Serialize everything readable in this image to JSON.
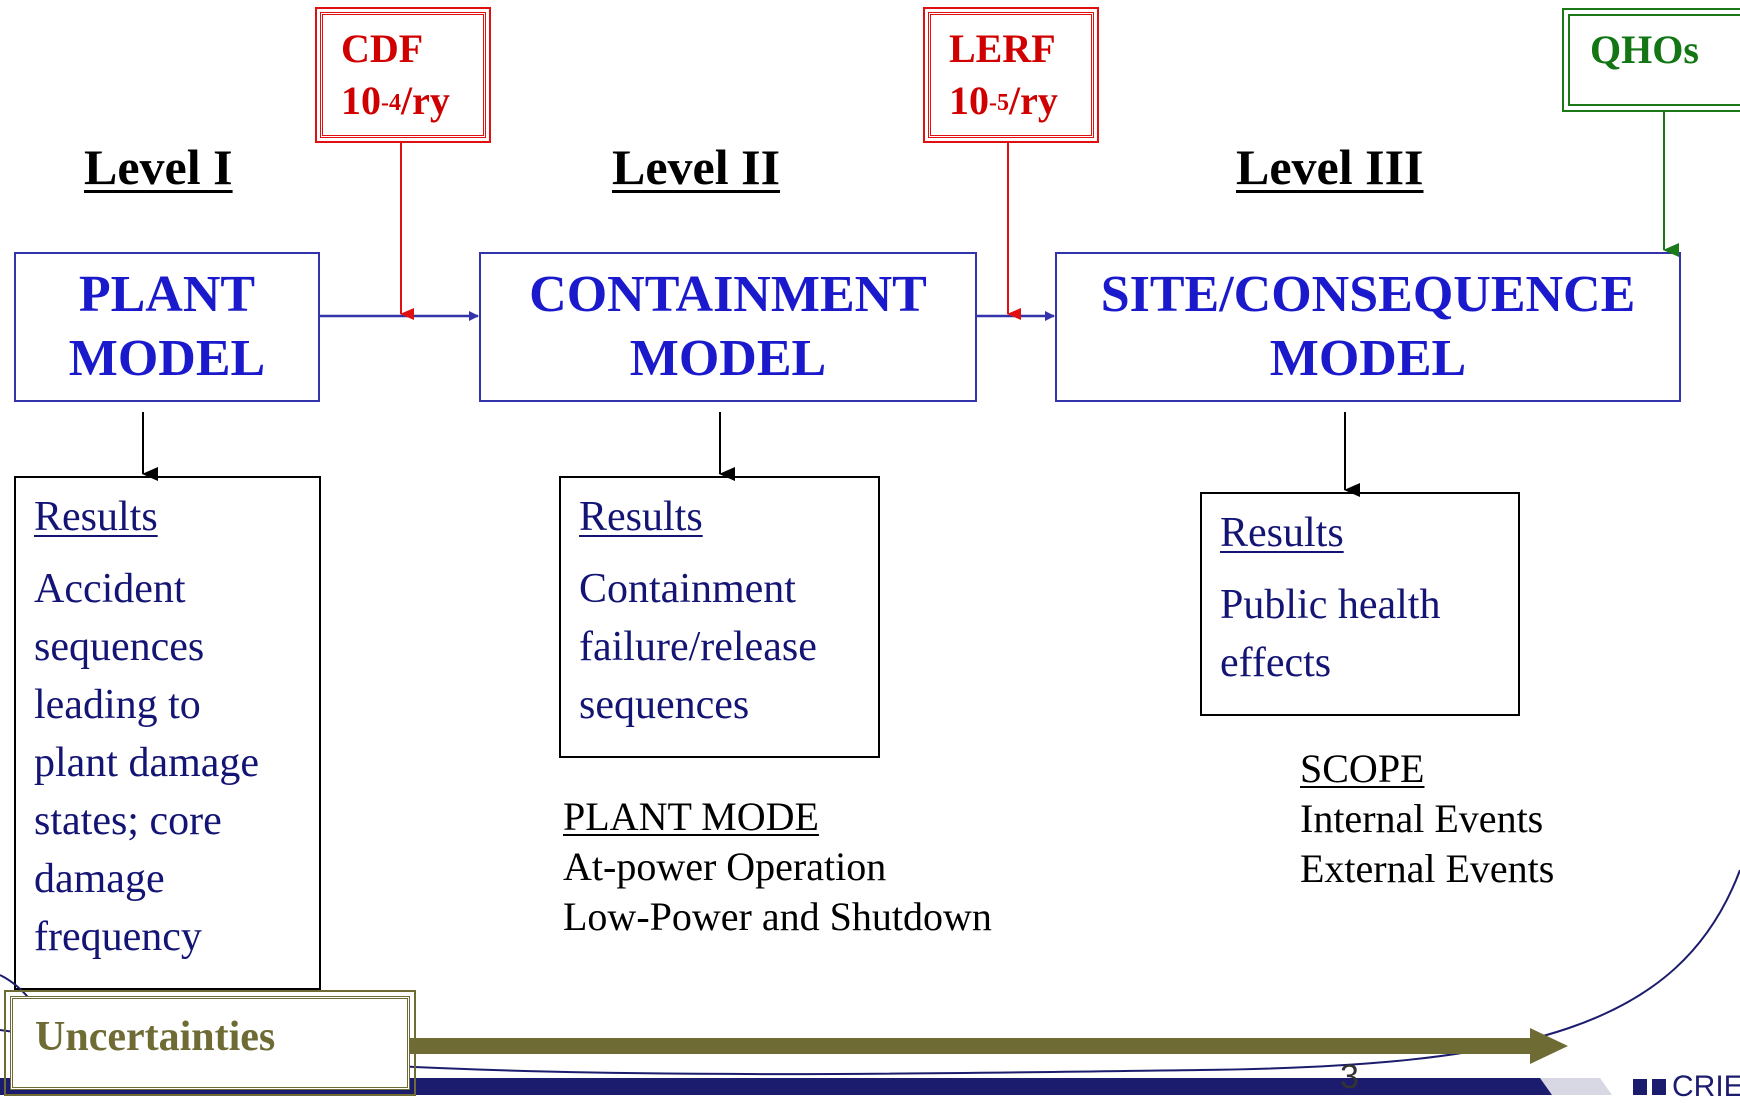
{
  "levels": {
    "level1": "Level I",
    "level2": "Level II",
    "level3": "Level III"
  },
  "models": {
    "plant": {
      "line1": "PLANT",
      "line2": "MODEL"
    },
    "containment": {
      "line1": "CONTAINMENT",
      "line2": "MODEL"
    },
    "site": {
      "line1": "SITE/CONSEQUENCE",
      "line2": "MODEL"
    }
  },
  "targets": {
    "cdf": {
      "name": "CDF",
      "base": "10",
      "exp": "-4",
      "unit": "/ry"
    },
    "lerf": {
      "name": "LERF",
      "base": "10",
      "exp": "-5",
      "unit": "/ry"
    },
    "qhos": "QHOs"
  },
  "results": {
    "plant": {
      "heading": "Results",
      "lines": [
        "Accident",
        "sequences",
        "leading to",
        "plant damage",
        "states; core",
        "damage",
        "frequency"
      ]
    },
    "containment": {
      "heading": "Results",
      "lines": [
        "Containment",
        "failure/release",
        "sequences"
      ]
    },
    "site": {
      "heading": "Results",
      "lines": [
        "Public health",
        "effects"
      ]
    }
  },
  "plant_mode": {
    "heading": "PLANT MODE",
    "items": [
      "At-power Operation",
      "Low-Power and Shutdown"
    ]
  },
  "scope": {
    "heading": "SCOPE",
    "items": [
      "Internal Events",
      "External Events"
    ]
  },
  "uncertainties": "Uncertainties",
  "page_number": "3",
  "logo_text": "CRIE",
  "colors": {
    "model_border": "#3333aa",
    "model_text": "#1a1acc",
    "target_red": "#e01010",
    "qho_green": "#1a7a1a",
    "uncertainty_olive": "#6e6b35",
    "footer_navy": "#1c1c6e"
  }
}
